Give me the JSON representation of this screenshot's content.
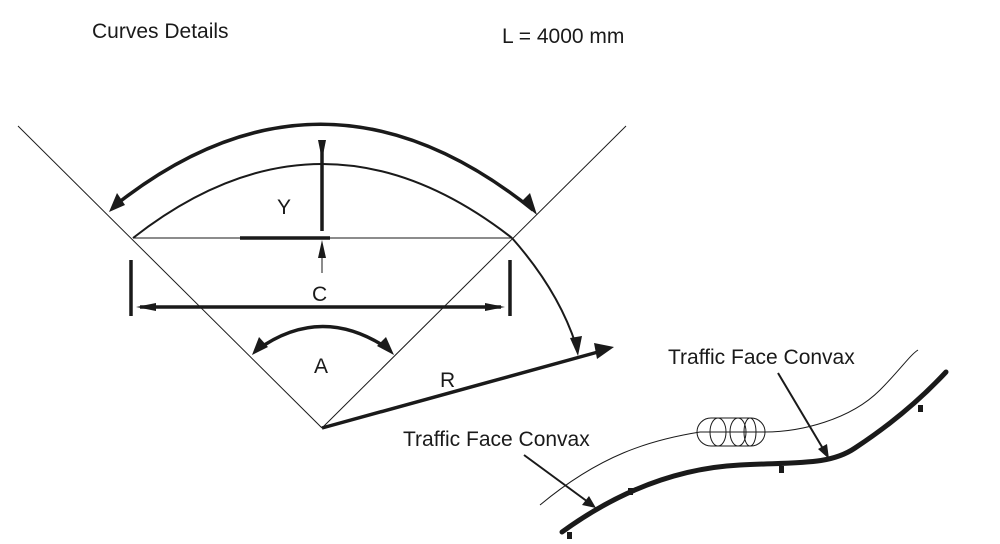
{
  "header": {
    "title": "Curves Details",
    "length": "L = 4000 mm"
  },
  "labels": {
    "y": "Y",
    "c": "C",
    "a": "A",
    "r": "R",
    "traffic_face_1": "Traffic Face Convax",
    "traffic_face_2": "Traffic Face Convax"
  },
  "colors": {
    "ink": "#1a1a1a",
    "background": "#ffffff"
  }
}
